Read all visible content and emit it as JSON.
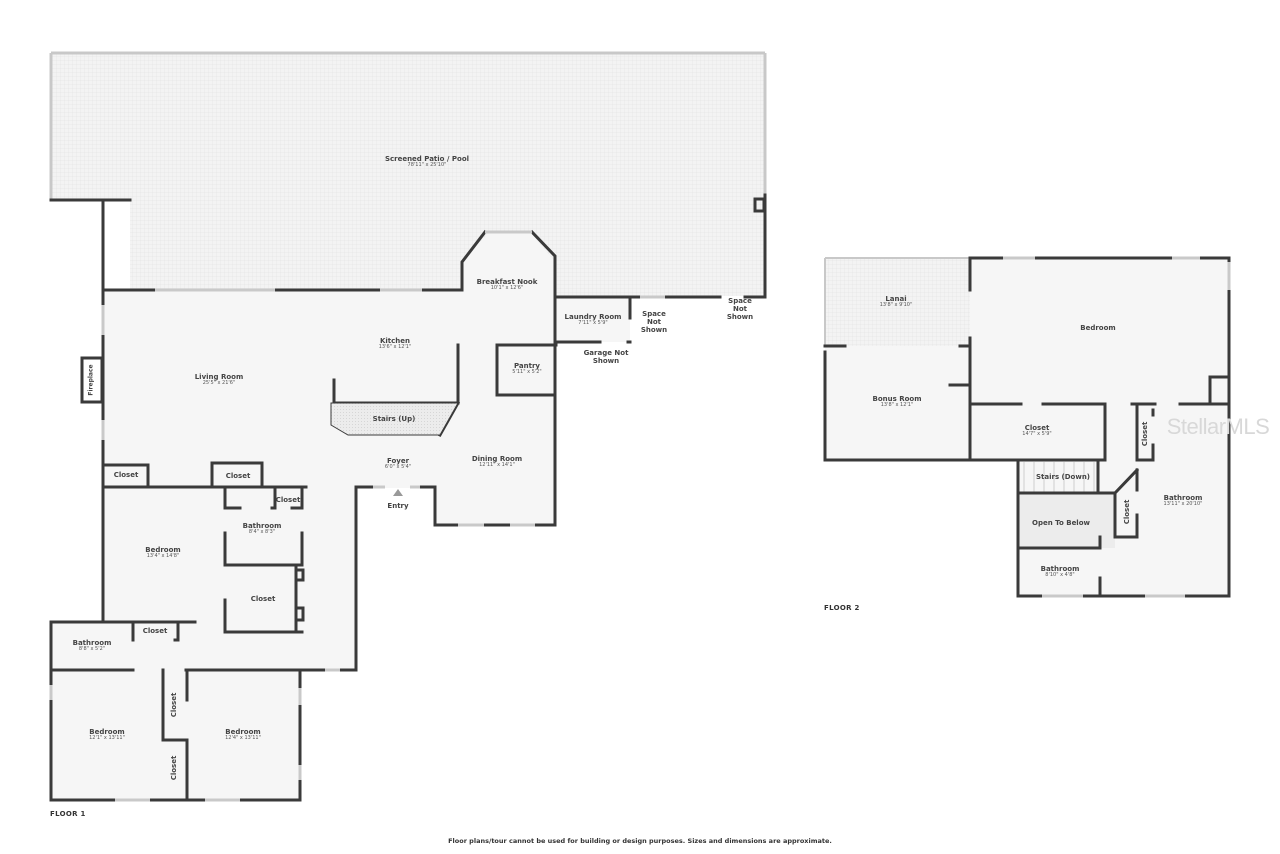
{
  "floor1": {
    "tag": "FLOOR 1",
    "rooms": {
      "patio": {
        "name": "Screened Patio / Pool",
        "dim": "78'11\" x 25'10\""
      },
      "breakfast": {
        "name": "Breakfast Nook",
        "dim": "10'1\" x 12'6\""
      },
      "laundry": {
        "name": "Laundry Room",
        "dim": "7'11\" x 5'9\""
      },
      "space1": {
        "name": "Space Not Shown"
      },
      "space2": {
        "name": "Space Not Shown"
      },
      "garage": {
        "name": "Garage Not Shown"
      },
      "kitchen": {
        "name": "Kitchen",
        "dim": "13'6\" x 12'1\""
      },
      "living": {
        "name": "Living Room",
        "dim": "25'5\" x 21'6\""
      },
      "fireplace": {
        "name": "Fireplace"
      },
      "pantry": {
        "name": "Pantry",
        "dim": "5'11\" x 5'2\""
      },
      "stairs": {
        "name": "Stairs (Up)"
      },
      "foyer": {
        "name": "Foyer",
        "dim": "6'0\" x 5'4\""
      },
      "dining": {
        "name": "Dining Room",
        "dim": "12'11\" x 14'1\""
      },
      "entry": {
        "name": "Entry"
      },
      "closet1": {
        "name": "Closet"
      },
      "closet2": {
        "name": "Closet"
      },
      "closet3": {
        "name": "Closet"
      },
      "bath1": {
        "name": "Bathroom",
        "dim": "8'4\" x 8'3\""
      },
      "bedroom1": {
        "name": "Bedroom",
        "dim": "13'4\" x 14'8\""
      },
      "closet4": {
        "name": "Closet"
      },
      "closet5": {
        "name": "Closet"
      },
      "bath2": {
        "name": "Bathroom",
        "dim": "8'8\" x 5'2\""
      },
      "bedroom2": {
        "name": "Bedroom",
        "dim": "12'1\" x 13'11\""
      },
      "closet6": {
        "name": "Closet"
      },
      "closet7": {
        "name": "Closet"
      },
      "bedroom3": {
        "name": "Bedroom",
        "dim": "12'4\" x 13'11\""
      }
    }
  },
  "floor2": {
    "tag": "FLOOR 2",
    "rooms": {
      "lanai": {
        "name": "Lanai",
        "dim": "13'8\" x 9'10\""
      },
      "bedroom": {
        "name": "Bedroom"
      },
      "bonus": {
        "name": "Bonus Room",
        "dim": "13'8\" x 12'1\""
      },
      "closet_big": {
        "name": "Closet",
        "dim": "14'7\" x 5'9\""
      },
      "closet_small": {
        "name": "Closet"
      },
      "stairs": {
        "name": "Stairs (Down)"
      },
      "open": {
        "name": "Open To Below"
      },
      "closet_mid": {
        "name": "Closet"
      },
      "bath_big": {
        "name": "Bathroom",
        "dim": "13'11\" x 20'10\""
      },
      "bath_small": {
        "name": "Bathroom",
        "dim": "8'10\" x 4'8\""
      }
    }
  },
  "footer": {
    "disclaimer": "Floor plans/tour cannot be used for building or design purposes. Sizes and dimensions are approximate.",
    "watermark": "StellarMLS"
  },
  "colors": {
    "wall": "#3a3a3a",
    "floor": "#f5f5f5",
    "patio": "#efefef",
    "window": "#c9c9c9"
  }
}
